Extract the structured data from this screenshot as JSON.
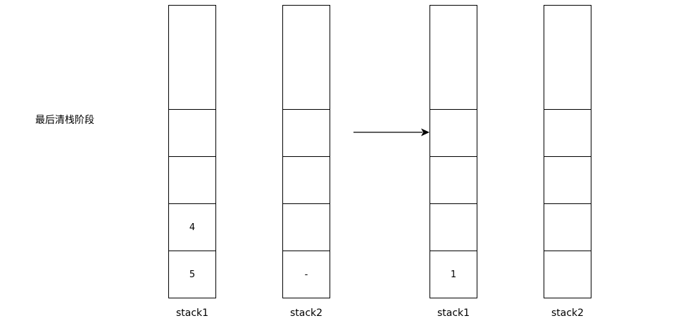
{
  "stage_label": "最后清栈阶段",
  "before": {
    "stack1": {
      "label": "stack1",
      "cells": [
        "",
        "",
        "",
        "4",
        "5"
      ]
    },
    "stack2": {
      "label": "stack2",
      "cells": [
        "",
        "",
        "",
        "",
        "-"
      ]
    }
  },
  "after": {
    "stack1": {
      "label": "stack1",
      "cells": [
        "",
        "",
        "",
        "",
        "1"
      ]
    },
    "stack2": {
      "label": "stack2",
      "cells": [
        "",
        "",
        "",
        "",
        ""
      ]
    }
  }
}
